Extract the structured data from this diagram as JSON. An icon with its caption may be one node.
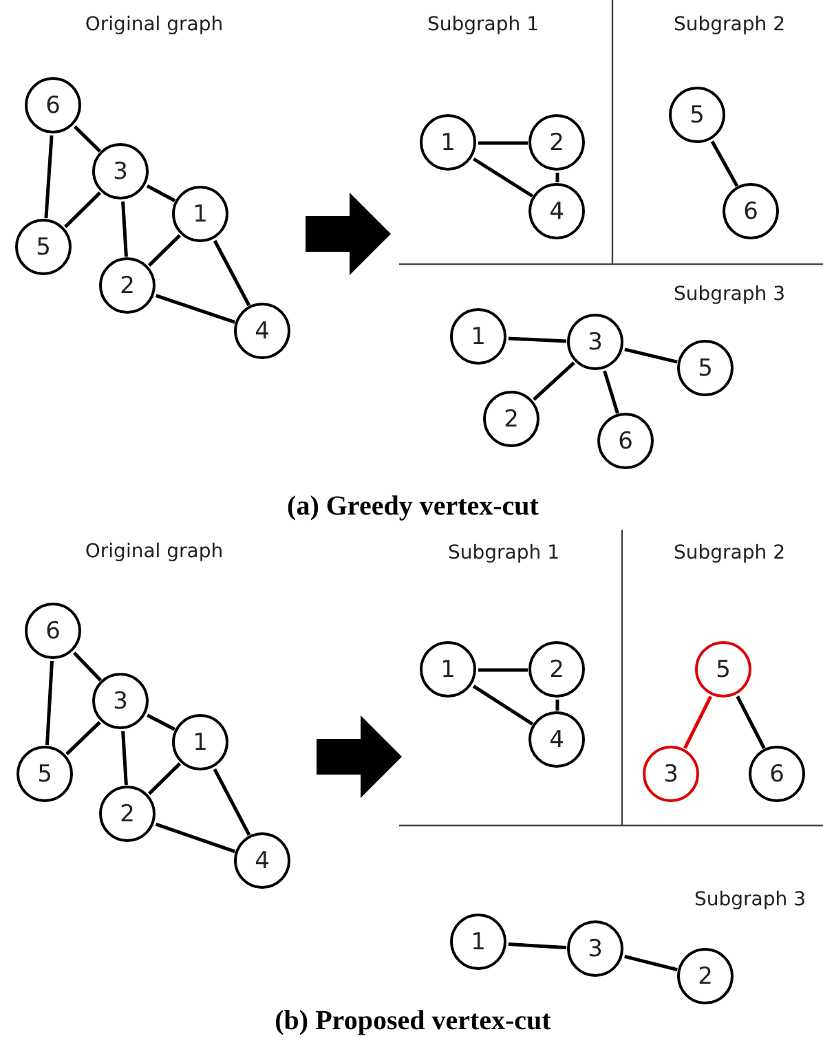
{
  "diagram": {
    "nodes": [
      {
        "text": [
          "6"
        ]
      },
      {
        "text": [
          "3"
        ]
      },
      {
        "text": [
          "5"
        ]
      },
      {
        "text": [
          "1"
        ]
      },
      {
        "text": [
          "2"
        ]
      },
      {
        "text": [
          "4"
        ]
      },
      {
        "text": [
          "1"
        ]
      },
      {
        "text": [
          "2"
        ]
      },
      {
        "text": [
          "4"
        ]
      },
      {
        "text": [
          "5"
        ]
      },
      {
        "text": [
          "6"
        ]
      },
      {
        "text": [
          "1"
        ]
      },
      {
        "text": [
          "3"
        ]
      },
      {
        "text": [
          "5"
        ]
      },
      {
        "text": [
          "2"
        ]
      },
      {
        "text": [
          "6"
        ]
      },
      {
        "text": [
          "6"
        ]
      },
      {
        "text": [
          "3"
        ]
      },
      {
        "text": [
          "5"
        ]
      },
      {
        "text": [
          "1"
        ]
      },
      {
        "text": [
          "2"
        ]
      },
      {
        "text": [
          "4"
        ]
      },
      {
        "text": [
          "1"
        ]
      },
      {
        "text": [
          "2"
        ]
      },
      {
        "text": [
          "4"
        ]
      },
      {
        "text": [
          "5"
        ]
      },
      {
        "text": [
          "3"
        ]
      },
      {
        "text": [
          "6"
        ]
      },
      {
        "text": [
          "1"
        ]
      },
      {
        "text": [
          "3"
        ]
      },
      {
        "text": [
          "2"
        ]
      }
    ],
    "edges": [
      {
        "from": 0,
        "to": 1,
        "arrow": "none"
      },
      {
        "from": 0,
        "to": 2,
        "arrow": "none"
      },
      {
        "from": 1,
        "to": 2,
        "arrow": "none"
      },
      {
        "from": 1,
        "to": 4,
        "arrow": "none"
      },
      {
        "from": 1,
        "to": 3,
        "arrow": "none"
      },
      {
        "from": 3,
        "to": 4,
        "arrow": "none"
      },
      {
        "from": 3,
        "to": 5,
        "arrow": "none"
      },
      {
        "from": 4,
        "to": 5,
        "arrow": "none"
      },
      {
        "from": 6,
        "to": 7,
        "arrow": "none"
      },
      {
        "from": 7,
        "to": 8,
        "arrow": "none"
      },
      {
        "from": 6,
        "to": 8,
        "arrow": "none"
      },
      {
        "from": 9,
        "to": 10,
        "arrow": "none"
      },
      {
        "from": 11,
        "to": 12,
        "arrow": "none"
      },
      {
        "from": 12,
        "to": 13,
        "arrow": "none"
      },
      {
        "from": 12,
        "to": 14,
        "arrow": "none"
      },
      {
        "from": 12,
        "to": 15,
        "arrow": "none"
      },
      {
        "from": 16,
        "to": 17,
        "arrow": "none"
      },
      {
        "from": 16,
        "to": 18,
        "arrow": "none"
      },
      {
        "from": 17,
        "to": 18,
        "arrow": "none"
      },
      {
        "from": 17,
        "to": 20,
        "arrow": "none"
      },
      {
        "from": 17,
        "to": 19,
        "arrow": "none"
      },
      {
        "from": 19,
        "to": 20,
        "arrow": "none"
      },
      {
        "from": 19,
        "to": 21,
        "arrow": "none"
      },
      {
        "from": 20,
        "to": 21,
        "arrow": "none"
      },
      {
        "from": 22,
        "to": 23,
        "arrow": "none"
      },
      {
        "from": 23,
        "to": 24,
        "arrow": "none"
      },
      {
        "from": 22,
        "to": 24,
        "arrow": "none"
      },
      {
        "from": 25,
        "to": 26,
        "arrow": "none",
        "color": "#e00000"
      },
      {
        "from": 25,
        "to": 27,
        "arrow": "none"
      },
      {
        "from": 28,
        "to": 29,
        "arrow": "none"
      },
      {
        "from": 29,
        "to": 30,
        "arrow": "none"
      }
    ],
    "labels": [
      "Original graph",
      "Subgraph 1",
      "Subgraph 2",
      "Subgraph 3",
      "(a) Greedy vertex-cut",
      "Original graph",
      "Subgraph 1",
      "Subgraph 2",
      "Subgraph 3",
      "(b) Proposed vertex-cut"
    ]
  }
}
